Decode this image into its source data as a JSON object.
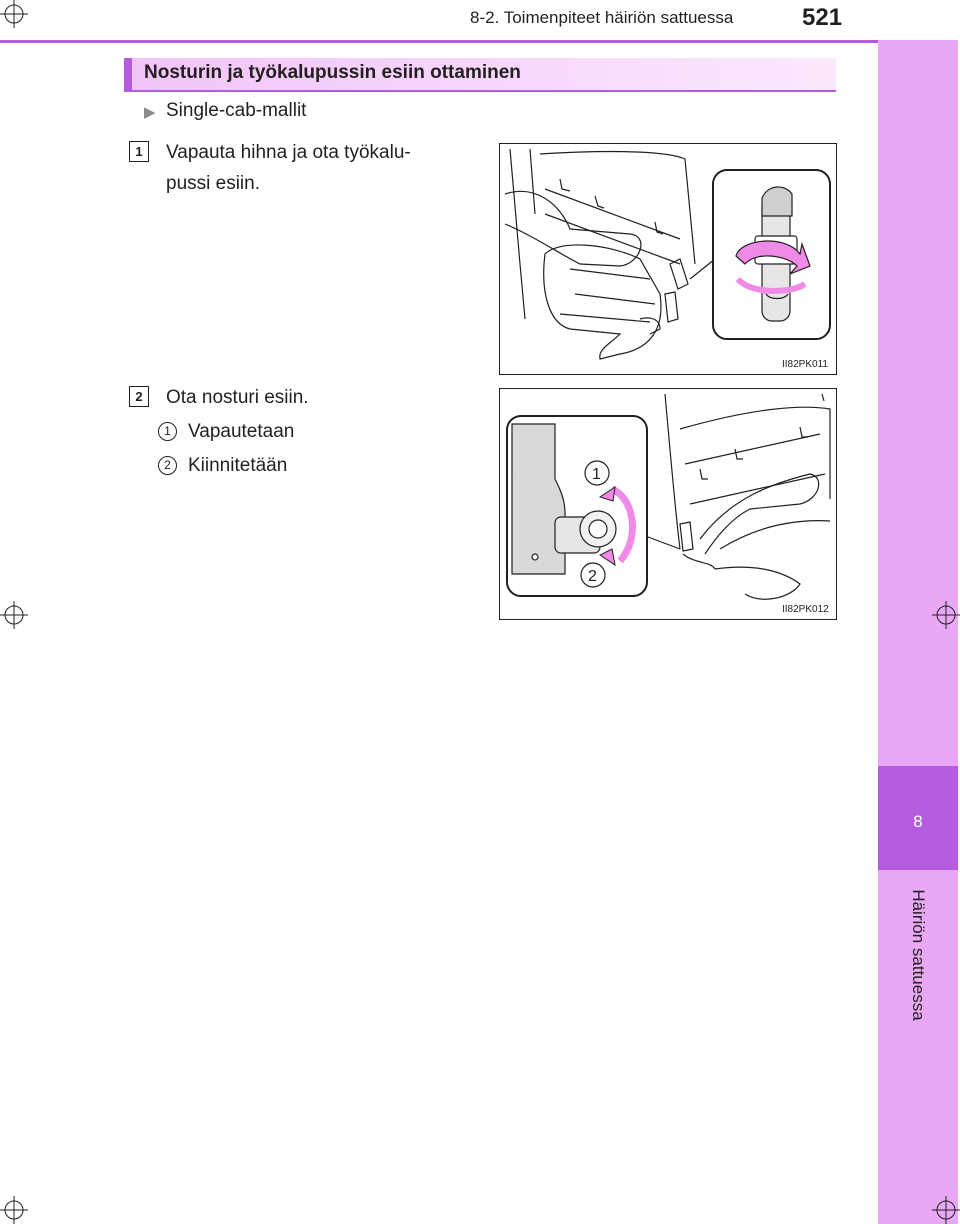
{
  "header": {
    "section_text": "8-2. Toimenpiteet häiriön sattuessa",
    "page_number": "521"
  },
  "side_tab": {
    "chapter_number": "8",
    "chapter_title": "Häiriön sattuessa"
  },
  "section": {
    "title": "Nosturin ja työkalupussin esiin ottaminen"
  },
  "model_note": "Single-cab-mallit",
  "steps": [
    {
      "number": "1",
      "text_line1": "Vapauta  hihna  ja  ota  työkalu-",
      "text_line2": "pussi esiin.",
      "figure_code": "II82PK011"
    },
    {
      "number": "2",
      "text": "Ota nosturi esiin.",
      "figure_code": "II82PK012",
      "sub_items": [
        {
          "number": "1",
          "label": "Vapautetaan"
        },
        {
          "number": "2",
          "label": "Kiinnitetään"
        }
      ]
    }
  ],
  "colors": {
    "accent": "#b45be0",
    "tab_light": "#e8a8f5",
    "title_bar": "#f2c4f9",
    "arrow_pink": "#f08ae8"
  }
}
